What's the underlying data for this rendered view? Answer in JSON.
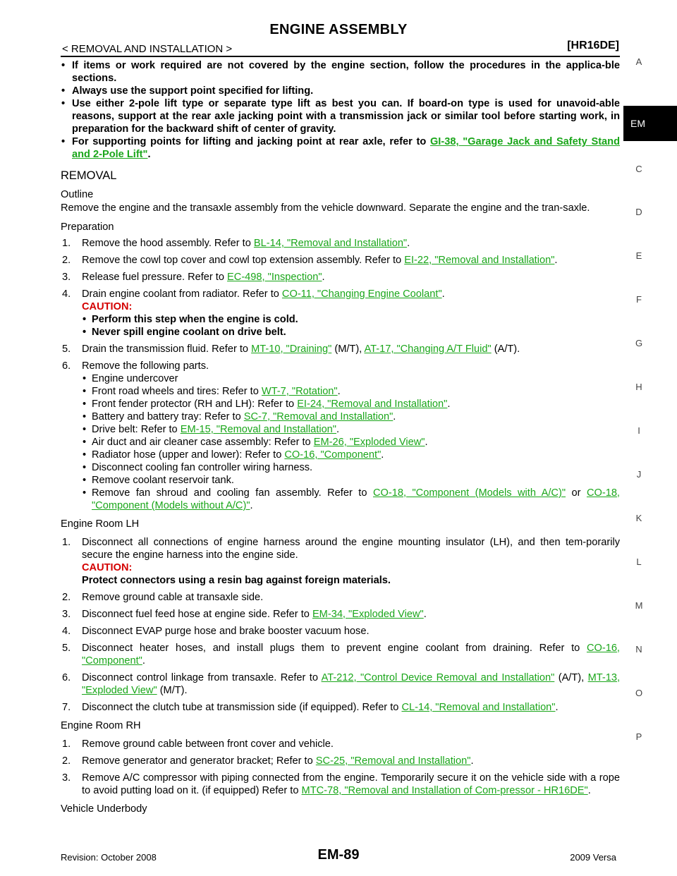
{
  "header": {
    "title": "ENGINE ASSEMBLY",
    "section": "< REMOVAL AND INSTALLATION >",
    "model": "[HR16DE]"
  },
  "intro_bullets": [
    "If items or work required are not covered by the engine section, follow the procedures in the applica-ble sections.",
    "Always use the support point specified for lifting.",
    "Use either 2-pole lift type or separate type lift as best you can. If board-on type is used for unavoid-able reasons, support at the rear axle jacking point with a transmission jack or similar tool before starting work, in preparation for the backward shift of center of gravity."
  ],
  "intro_last": {
    "text": "For supporting points for lifting and jacking point at rear axle, refer to ",
    "link": "GI-38, \"Garage Jack and Safety Stand and 2-Pole Lift\"",
    "end": "."
  },
  "removal_heading": "REMOVAL",
  "outline": {
    "heading": "Outline",
    "text": "Remove the engine and the transaxle assembly from the vehicle downward. Separate the engine and the tran-saxle."
  },
  "preparation": {
    "heading": "Preparation",
    "step1": {
      "num": "1.",
      "text": "Remove the hood assembly. Refer to ",
      "link": "BL-14, \"Removal and Installation\"",
      "end": "."
    },
    "step2": {
      "num": "2.",
      "text": "Remove the cowl top cover and cowl top extension assembly. Refer to ",
      "link": "EI-22, \"Removal and Installation\"",
      "end": "."
    },
    "step3": {
      "num": "3.",
      "text": "Release fuel pressure. Refer to ",
      "link": "EC-498, \"Inspection\"",
      "end": "."
    },
    "step4": {
      "num": "4.",
      "text": "Drain engine coolant from radiator. Refer to ",
      "link": "CO-11, \"Changing Engine Coolant\"",
      "end": ".",
      "caution": "CAUTION:",
      "caution_items": [
        "Perform this step when the engine is cold.",
        "Never spill engine coolant on drive belt."
      ]
    },
    "step5": {
      "num": "5.",
      "text": "Drain the transmission fluid. Refer to ",
      "link1": "MT-10, \"Draining\"",
      "mid": " (M/T), ",
      "link2": "AT-17, \"Changing A/T Fluid\"",
      "end": " (A/T)."
    },
    "step6": {
      "num": "6.",
      "text": "Remove the following parts.",
      "items": {
        "a": "Engine undercover",
        "b_text": "Front road wheels and tires: Refer to ",
        "b_link": "WT-7, \"Rotation\"",
        "b_end": ".",
        "c_text": "Front fender protector (RH and LH): Refer to ",
        "c_link": "EI-24, \"Removal and Installation\"",
        "c_end": ".",
        "d_text": "Battery and battery tray: Refer to ",
        "d_link": "SC-7, \"Removal and Installation\"",
        "d_end": ".",
        "e_text": "Drive belt: Refer to ",
        "e_link": "EM-15, \"Removal and Installation\"",
        "e_end": ".",
        "f_text": "Air duct and air cleaner case assembly: Refer to ",
        "f_link": "EM-26, \"Exploded View\"",
        "f_end": ".",
        "g_text": "Radiator hose (upper and lower): Refer to ",
        "g_link": "CO-16, \"Component\"",
        "g_end": ".",
        "h": "Disconnect cooling fan controller wiring harness.",
        "i": "Remove coolant reservoir tank.",
        "j_text": "Remove fan shroud and cooling fan assembly. Refer to ",
        "j_link1": "CO-18, \"Component (Models with A/C)\"",
        "j_mid": " or ",
        "j_link2": "CO-18, \"Component (Models without A/C)\"",
        "j_end": "."
      }
    }
  },
  "engine_room_lh": {
    "heading": "Engine Room LH",
    "step1": {
      "num": "1.",
      "text": "Disconnect all connections of engine harness around the engine mounting insulator (LH), and then tem-porarily secure the engine harness into the engine side.",
      "caution": "CAUTION:",
      "caution_text": "Protect connectors using a resin bag against foreign materials."
    },
    "step2": {
      "num": "2.",
      "text": "Remove ground cable at transaxle side."
    },
    "step3": {
      "num": "3.",
      "text": "Disconnect fuel feed hose at engine side. Refer to ",
      "link": "EM-34, \"Exploded View\"",
      "end": "."
    },
    "step4": {
      "num": "4.",
      "text": "Disconnect EVAP purge hose and brake booster vacuum hose."
    },
    "step5": {
      "num": "5.",
      "text": "Disconnect heater hoses, and install plugs them to prevent engine coolant from draining. Refer to ",
      "link": "CO-16, \"Component\"",
      "end": "."
    },
    "step6": {
      "num": "6.",
      "text": "Disconnect control linkage from transaxle. Refer to ",
      "link1": "AT-212, \"Control Device Removal and Installation\"",
      "mid": " (A/T), ",
      "link2": "MT-13, \"Exploded View\"",
      "end": " (M/T)."
    },
    "step7": {
      "num": "7.",
      "text": "Disconnect the clutch tube at transmission side (if equipped). Refer to ",
      "link": "CL-14, \"Removal and Installation\"",
      "end": "."
    }
  },
  "engine_room_rh": {
    "heading": "Engine Room RH",
    "step1": {
      "num": "1.",
      "text": "Remove ground cable between front cover and vehicle."
    },
    "step2": {
      "num": "2.",
      "text": "Remove generator and generator bracket; Refer to ",
      "link": "SC-25, \"Removal and Installation\"",
      "end": "."
    },
    "step3": {
      "num": "3.",
      "text": "Remove A/C compressor with piping connected from the engine. Temporarily secure it on the vehicle side with a rope to avoid putting load on it. (if equipped) Refer to ",
      "link": "MTC-78, \"Removal and Installation of Com-pressor - HR16DE\"",
      "end": "."
    }
  },
  "vehicle_underbody": {
    "heading": "Vehicle Underbody"
  },
  "sidebar": {
    "letters": [
      "A",
      "EM",
      "C",
      "D",
      "E",
      "F",
      "G",
      "H",
      "I",
      "J",
      "K",
      "L",
      "M",
      "N",
      "O",
      "P"
    ],
    "active": "EM"
  },
  "footer": {
    "revision": "Revision: October 2008",
    "page": "EM-89",
    "model_year": "2009 Versa"
  }
}
